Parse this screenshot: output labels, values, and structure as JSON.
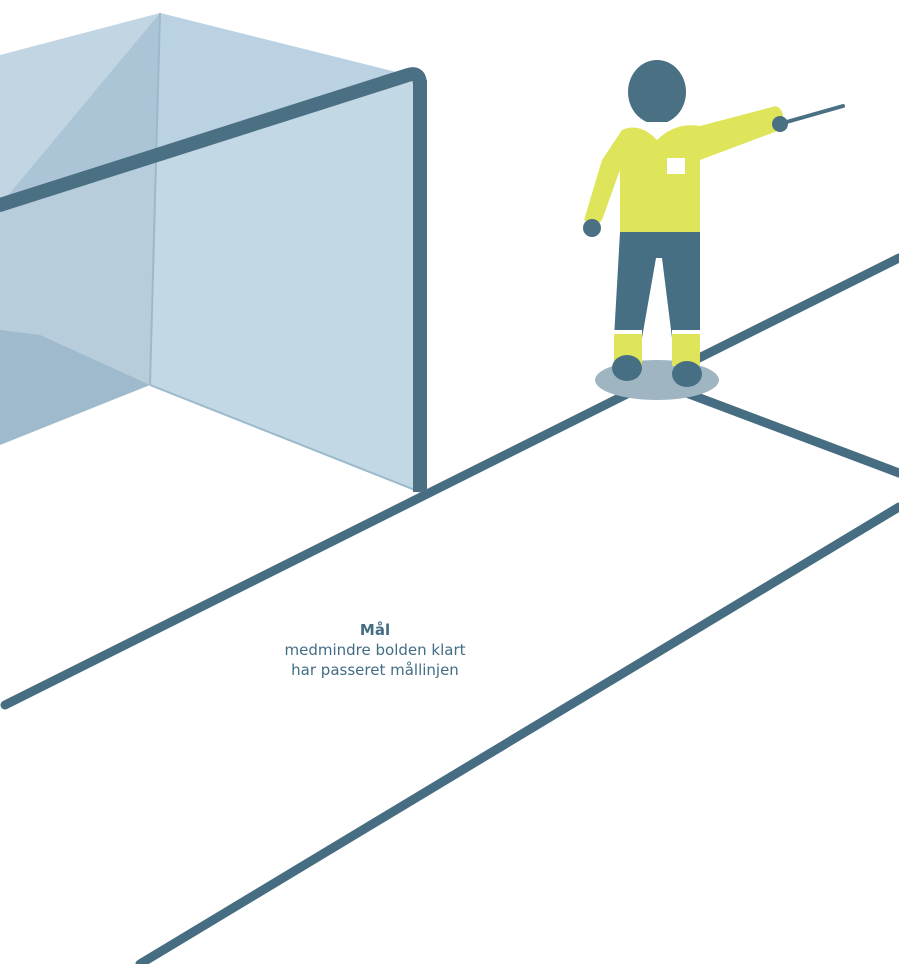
{
  "caption": {
    "title": "Mål",
    "line1": "medmindre bolden klart",
    "line2": "har passeret mållinjen"
  },
  "colors": {
    "line": "#466d82",
    "goal_frame": "#4b6f83",
    "goal_net_light": "#bcd3e2",
    "goal_net_mid": "#a9c4d6",
    "goal_net_dark": "#96b4c7",
    "shirt": "#dfe55a",
    "trousers": "#476f84",
    "skin": "#4a7084",
    "shadow": "#9fb6c2",
    "text": "#426d84"
  },
  "icons": [
    "goal-icon",
    "referee-icon",
    "flag-icon"
  ]
}
